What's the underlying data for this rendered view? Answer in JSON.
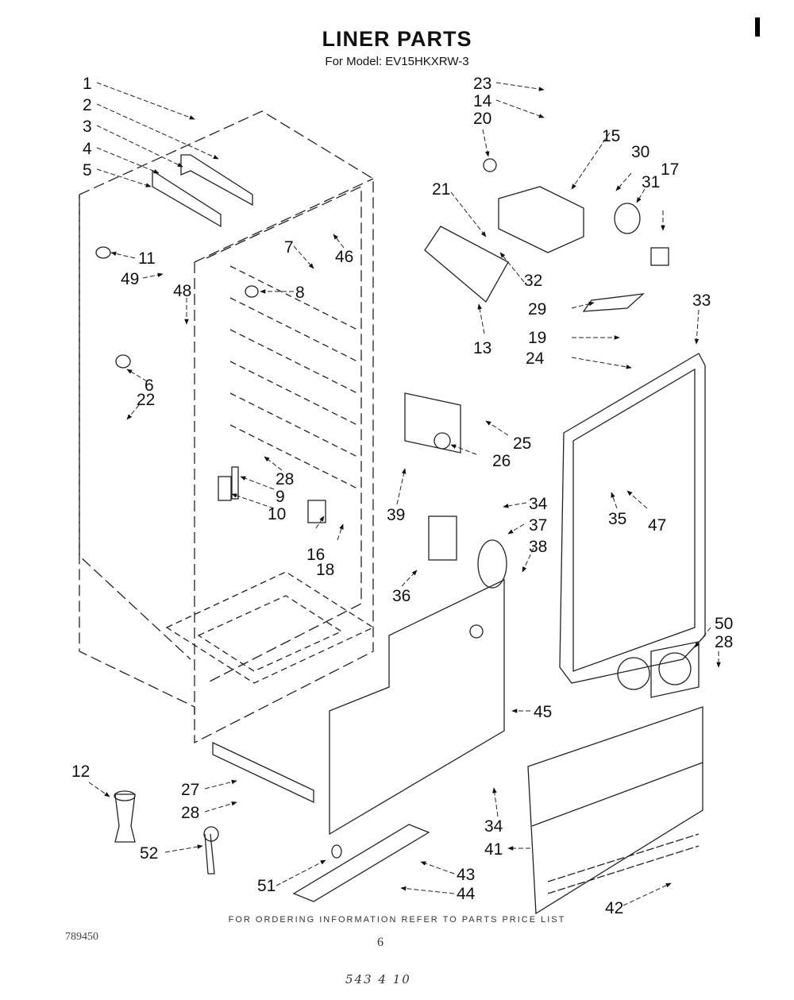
{
  "header": {
    "title": "LINER PARTS",
    "subtitle": "For Model: EV15HKXRW-3"
  },
  "footer": {
    "ordering_note": "FOR ORDERING INFORMATION REFER TO PARTS PRICE LIST",
    "document_number": "789450",
    "page_number": "6",
    "handwritten_note": "543 4 10"
  },
  "callouts": [
    {
      "id": "c1",
      "label": "1"
    },
    {
      "id": "c2",
      "label": "2"
    },
    {
      "id": "c3",
      "label": "3"
    },
    {
      "id": "c4",
      "label": "4"
    },
    {
      "id": "c5",
      "label": "5"
    },
    {
      "id": "c11",
      "label": "11"
    },
    {
      "id": "c49",
      "label": "49"
    },
    {
      "id": "c48",
      "label": "48"
    },
    {
      "id": "c6",
      "label": "6"
    },
    {
      "id": "c22",
      "label": "22"
    },
    {
      "id": "c7",
      "label": "7"
    },
    {
      "id": "c46",
      "label": "46"
    },
    {
      "id": "c8",
      "label": "8"
    },
    {
      "id": "c28a",
      "label": "28"
    },
    {
      "id": "c9",
      "label": "9"
    },
    {
      "id": "c10",
      "label": "10"
    },
    {
      "id": "c16",
      "label": "16"
    },
    {
      "id": "c18",
      "label": "18"
    },
    {
      "id": "c23",
      "label": "23"
    },
    {
      "id": "c14",
      "label": "14"
    },
    {
      "id": "c20",
      "label": "20"
    },
    {
      "id": "c15",
      "label": "15"
    },
    {
      "id": "c30",
      "label": "30"
    },
    {
      "id": "c31",
      "label": "31"
    },
    {
      "id": "c17",
      "label": "17"
    },
    {
      "id": "c21",
      "label": "21"
    },
    {
      "id": "c32",
      "label": "32"
    },
    {
      "id": "c13",
      "label": "13"
    },
    {
      "id": "c29",
      "label": "29"
    },
    {
      "id": "c19",
      "label": "19"
    },
    {
      "id": "c24",
      "label": "24"
    },
    {
      "id": "c33",
      "label": "33"
    },
    {
      "id": "c25",
      "label": "25"
    },
    {
      "id": "c26",
      "label": "26"
    },
    {
      "id": "c39",
      "label": "39"
    },
    {
      "id": "c34a",
      "label": "34"
    },
    {
      "id": "c37",
      "label": "37"
    },
    {
      "id": "c38",
      "label": "38"
    },
    {
      "id": "c36",
      "label": "36"
    },
    {
      "id": "c35",
      "label": "35"
    },
    {
      "id": "c47",
      "label": "47"
    },
    {
      "id": "c50",
      "label": "50"
    },
    {
      "id": "c28b",
      "label": "28"
    },
    {
      "id": "c45",
      "label": "45"
    },
    {
      "id": "c12",
      "label": "12"
    },
    {
      "id": "c27",
      "label": "27"
    },
    {
      "id": "c28c",
      "label": "28"
    },
    {
      "id": "c52",
      "label": "52"
    },
    {
      "id": "c51",
      "label": "51"
    },
    {
      "id": "c43",
      "label": "43"
    },
    {
      "id": "c44",
      "label": "44"
    },
    {
      "id": "c34b",
      "label": "34"
    },
    {
      "id": "c41",
      "label": "41"
    },
    {
      "id": "c42",
      "label": "42"
    }
  ]
}
